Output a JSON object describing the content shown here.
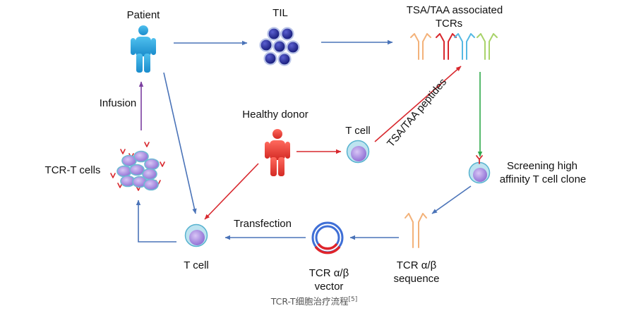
{
  "nodes": {
    "patient": "Patient",
    "til": "TIL",
    "tcrs_line1": "TSA/TAA associated",
    "tcrs_line2": "TCRs",
    "infusion": "Infusion",
    "healthy_donor": "Healthy donor",
    "t_cell_donor": "T cell",
    "peptides": "TSA/TAA peptides",
    "tcr_t_cells": "TCR-T cells",
    "screening_line1": "Screening high",
    "screening_line2": "affinity T cell clone",
    "transfection": "Transfection",
    "t_cell_bottom": "T cell",
    "vector_line1": "TCR α/β",
    "vector_line2": "vector",
    "sequence_line1": "TCR α/β",
    "sequence_line2": "sequence"
  },
  "caption": {
    "text": "TCR-T细胞治疗流程",
    "ref": "[5]"
  },
  "colors": {
    "flow_arrow": "#4a73b8",
    "donor_arrow": "#d8282e",
    "infusion_arrow": "#7b3fa0",
    "screening_arrow": "#2ea84a",
    "patient_figure": "#2ba3dc",
    "donor_figure": "#e8322e",
    "cell_body": "#a98be0",
    "cell_ring": "#58b3cf"
  }
}
